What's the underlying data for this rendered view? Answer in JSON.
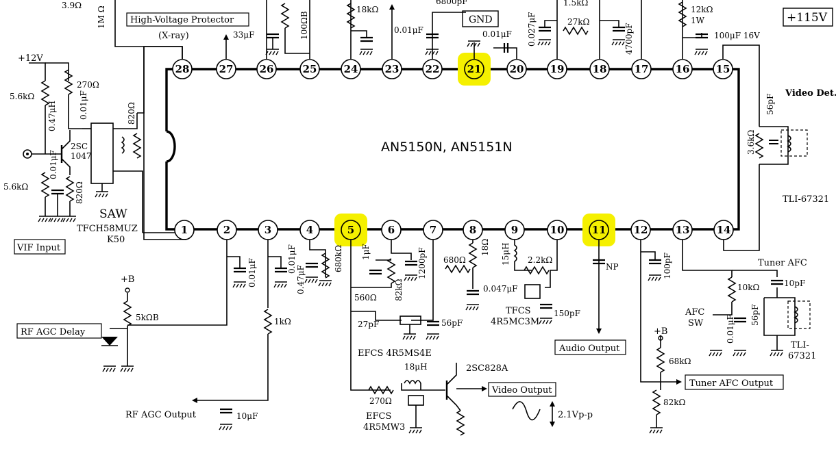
{
  "chip": {
    "name": "AN5150N, AN5151N",
    "pins_top": [
      "28",
      "27",
      "26",
      "25",
      "24",
      "23",
      "22",
      "21",
      "20",
      "19",
      "18",
      "17",
      "16",
      "15"
    ],
    "pins_bottom": [
      "1",
      "2",
      "3",
      "4",
      "5",
      "6",
      "7",
      "8",
      "9",
      "10",
      "11",
      "12",
      "13",
      "14"
    ],
    "highlighted_pins": [
      "21",
      "5",
      "11"
    ],
    "highlight_color": "#f5f000"
  },
  "labels": {
    "gnd_box": "GND",
    "plus115v": "+115V",
    "hv_protector": "High-Voltage Protector",
    "xray": "(X-ray)",
    "vif_input": "VIF Input",
    "rf_agc_delay": "RF AGC Delay",
    "audio_output": "Audio Output",
    "video_output": "Video Output",
    "tuner_afc_output": "Tuner AFC Output",
    "rf_agc_output": "RF AGC Output",
    "video_det": "Video Det.",
    "tuner_afc": "Tuner AFC",
    "afc_sw_1": "AFC",
    "afc_sw_2": "SW",
    "tli_1": "TLI-67321",
    "tli_2a": "TLI-",
    "tli_2b": "67321",
    "saw": "SAW",
    "tfch_1": "TFCH58MUZ",
    "tfch_2": "K50",
    "tfcs_1": "TFCS",
    "tfcs_2": "4R5MC3M",
    "efcs_1": "EFCS 4R5MS4E",
    "efcs_2a": "EFCS",
    "efcs_2b": "4R5MW3",
    "transistor_q1_a": "2SC",
    "transistor_q1_b": "1047",
    "transistor_q2": "2SC828A",
    "vpp": "2.1Vp-p",
    "np": "NP",
    "plus12v": "+12V",
    "plusB_1": "+B",
    "plusB_2": "+B"
  },
  "components": {
    "r_3_9": "3.9Ω",
    "r_1m": "1M Ω",
    "c_33u": "33μF",
    "r_100": "100ΩB",
    "r_18k": "18kΩ",
    "c_001a": "0.01μF",
    "c_6800": "6800pF",
    "c_001b": "0.01μF",
    "c_0027": "0.027μF",
    "r_1_5k": "1.5kΩ",
    "r_27k": "27kΩ",
    "c_4700": "4700pF",
    "r_12k": "12kΩ",
    "r_1w": "1W",
    "c_100u": "100μF 16V",
    "r_5_6k_a": "5.6kΩ",
    "l_047": "0.47μH",
    "r_270a": "270Ω",
    "c_001c": "0.01μF",
    "r_820a": "820Ω",
    "c_001d": "0.01μF",
    "r_5_6k_b": "5.6kΩ",
    "r_820b": "820Ω",
    "r_3_6k": "3.6kΩ",
    "c_56a": "56pF",
    "c_001e": "0.01μF",
    "c_001f": "0.01μF",
    "c_047": "0.47μF",
    "r_680k": "680kΩ",
    "c_1u": "1μF",
    "r_82k_a": "82kΩ",
    "c_1200": "1200pF",
    "r_560": "560Ω",
    "c_27": "27pF",
    "c_56b": "56pF",
    "r_680": "680Ω",
    "r_18": "18Ω",
    "c_0047": "0.047μF",
    "l_15": "15μH",
    "r_2_2k": "2.2kΩ",
    "c_150": "150pF",
    "c_100p": "100pF",
    "r_10k": "10kΩ",
    "c_10p": "10pF",
    "c_56c": "56pF",
    "c_001g": "0.01μF",
    "r_5kB": "5kΩB",
    "r_1k": "1kΩ",
    "c_10u": "10μF",
    "l_18": "18μH",
    "r_270b": "270Ω",
    "r_68k": "68kΩ",
    "r_82k_b": "82kΩ"
  }
}
